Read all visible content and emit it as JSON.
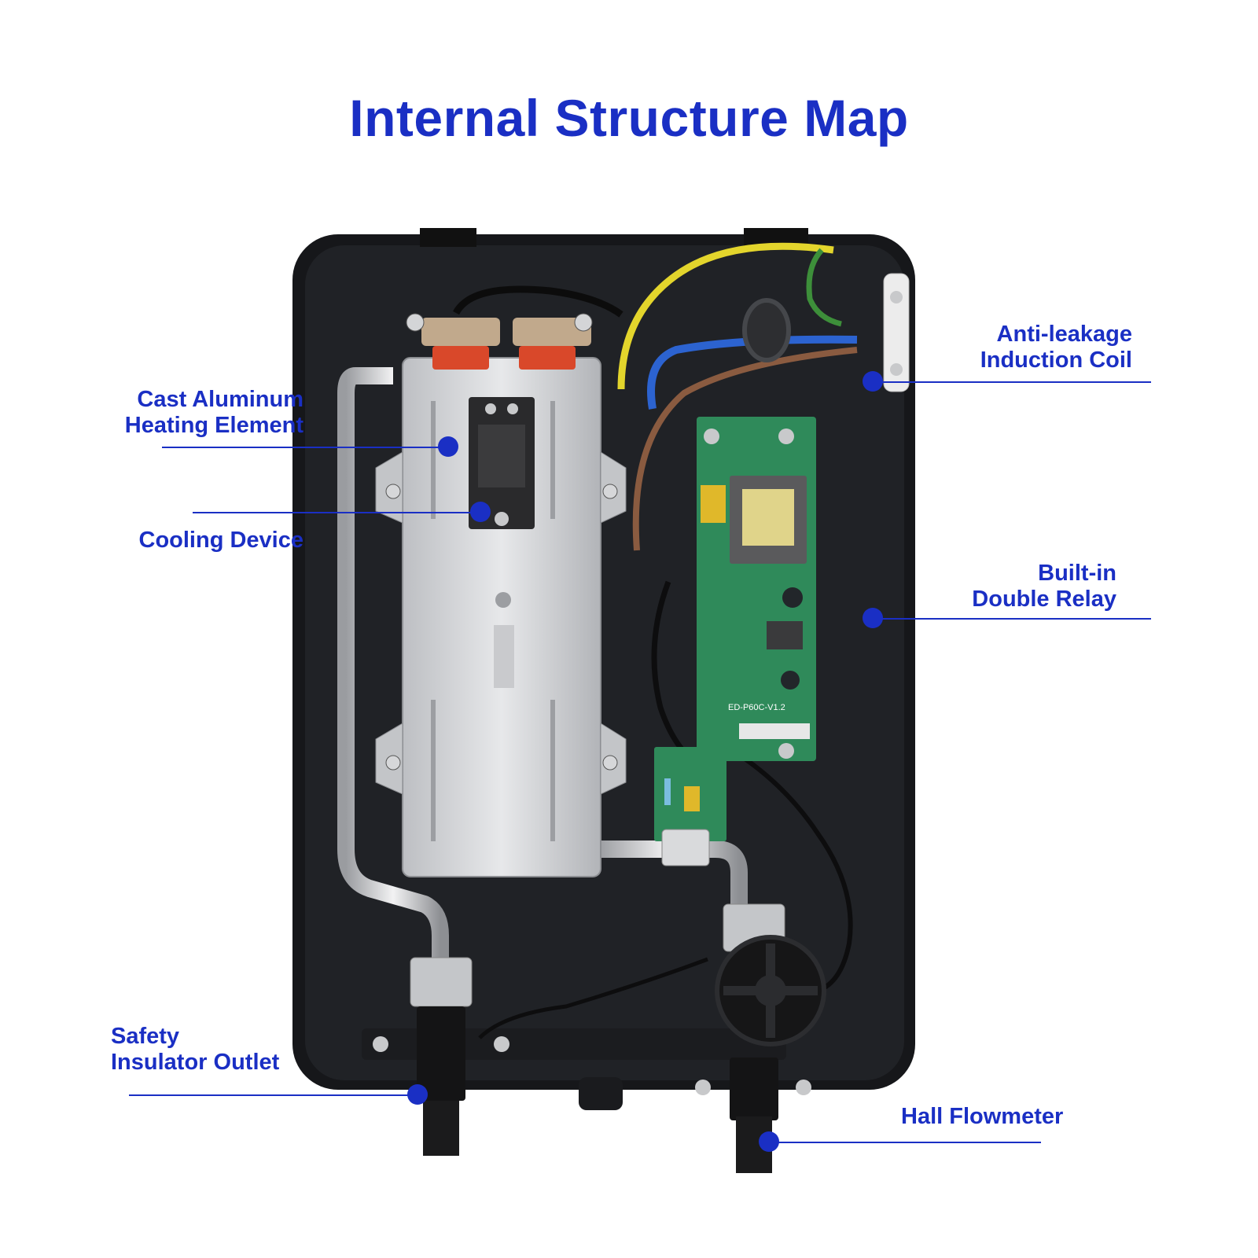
{
  "title": "Internal Structure Map",
  "colors": {
    "accent": "#1a2fc4"
  },
  "labels": {
    "cast_aluminum": [
      "Cast Aluminum",
      "Heating Element"
    ],
    "cooling_device": [
      "Cooling Device"
    ],
    "safety_insulator": [
      "Safety",
      "Insulator Outlet"
    ],
    "anti_leakage": [
      "Anti-leakage",
      "Induction Coil"
    ],
    "built_in_relay": [
      "Built-in",
      "Double Relay"
    ],
    "hall_flowmeter": [
      "Hall Flowmeter"
    ]
  },
  "pcb_marking": "ED-P60C-V1.2"
}
